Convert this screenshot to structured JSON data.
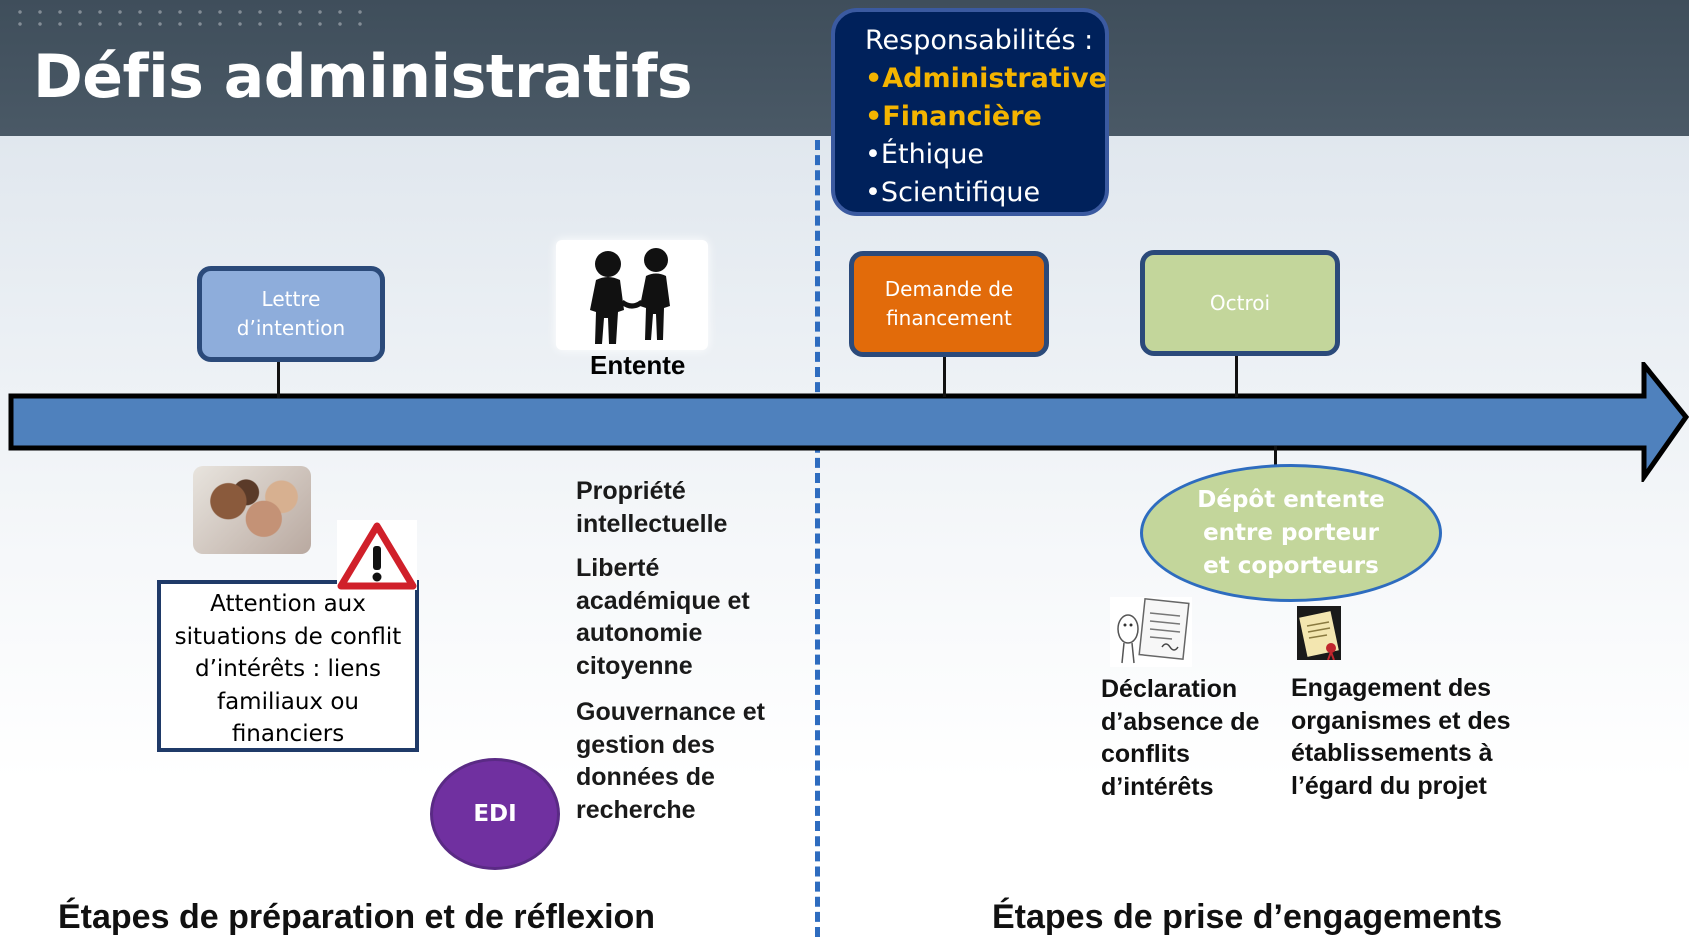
{
  "header": {
    "title": "Défis administratifs"
  },
  "responsibilities": {
    "heading": "Responsabilités :",
    "items": [
      {
        "label": "•Administrative",
        "highlight": true
      },
      {
        "label": "•Financière",
        "highlight": true
      },
      {
        "label": "•Éthique",
        "highlight": false
      },
      {
        "label": "•Scientifique",
        "highlight": false
      }
    ]
  },
  "timeline": {
    "milestones": {
      "letter": {
        "line1": "Lettre",
        "line2": "d’intention"
      },
      "funding": {
        "line1": "Demande de",
        "line2": "financement"
      },
      "grant": {
        "label": "Octroi"
      }
    },
    "agreement_label": "Entente"
  },
  "left": {
    "conflict_warning": "Attention aux situations de conflit d’intérêts : liens familiaux ou financiers",
    "topics": [
      "Propriété intellectuelle",
      "Liberté académique et autonomie citoyenne",
      "Gouvernance et gestion des données de recherche"
    ],
    "edi": "EDI",
    "section_title": "Étapes de préparation et de réflexion"
  },
  "right": {
    "deposit": {
      "line1": "Dépôt entente",
      "line2": "entre porteur",
      "line3": "et coporteurs"
    },
    "declaration": "Déclaration d’absence de conflits d’intérêts",
    "engagement": "Engagement des organismes et des établissements à l’égard du projet",
    "section_title": "Étapes de prise d’engagements"
  },
  "colors": {
    "header_bg": "#46545f",
    "timeline_fill": "#4f81bd",
    "resp_bg": "#00215b",
    "highlight": "#f4b400",
    "letter_box": "#8eaddb",
    "funding_box": "#e26b0a",
    "grant_box": "#c3d69b",
    "edi_circle": "#7030a0"
  },
  "icons": [
    "people-holding-hands-icon",
    "warning-triangle-icon",
    "contract-document-icon",
    "signed-scroll-icon"
  ]
}
